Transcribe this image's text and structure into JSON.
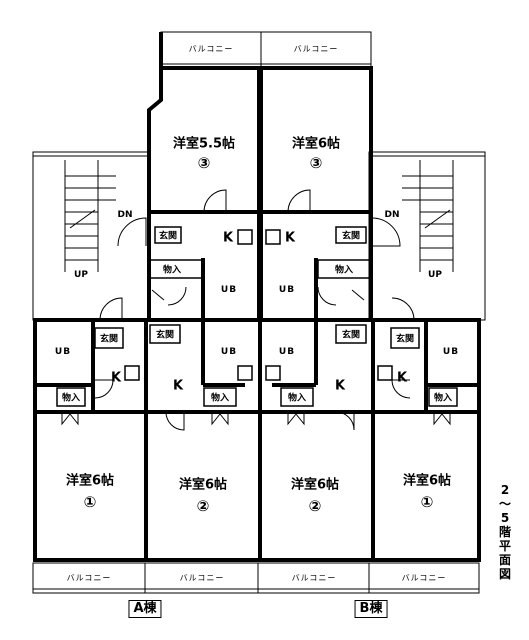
{
  "floor_label": "2〜5階平面図",
  "floor_label_chars": [
    "2",
    "〜",
    "5",
    "階",
    "平",
    "面",
    "図"
  ],
  "buildings": {
    "a": "A棟",
    "b": "B棟"
  },
  "balcony": "バルコニー",
  "genkan": "玄関",
  "storage": "物入",
  "ub": "UB",
  "kitchen": "K",
  "stairs": {
    "dn": "DN",
    "up": "UP"
  },
  "rooms": {
    "top_left": {
      "label": "洋室5.5帖",
      "num": "③"
    },
    "top_right": {
      "label": "洋室6帖",
      "num": "③"
    },
    "bottom_1": {
      "label": "洋室6帖",
      "num": "①"
    },
    "bottom_2": {
      "label": "洋室6帖",
      "num": "②"
    },
    "bottom_3": {
      "label": "洋室6帖",
      "num": "②"
    },
    "bottom_4": {
      "label": "洋室6帖",
      "num": "①"
    }
  }
}
